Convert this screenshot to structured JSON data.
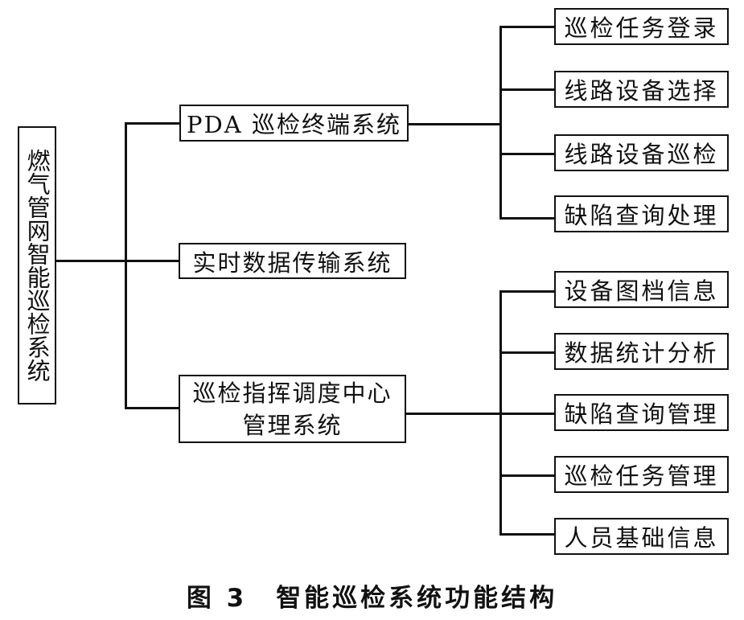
{
  "diagram": {
    "root": {
      "label": "燃气管网智能巡检系统"
    },
    "subsystems": [
      {
        "label": "PDA 巡检终端系统",
        "children": [
          "巡检任务登录",
          "线路设备选择",
          "线路设备巡检",
          "缺陷查询处理"
        ]
      },
      {
        "label": "实时数据传输系统",
        "children": []
      },
      {
        "label_line1": "巡检指挥调度中心",
        "label_line2": "管理系统",
        "children": [
          "设备图档信息",
          "数据统计分析",
          "缺陷查询管理",
          "巡检任务管理",
          "人员基础信息"
        ]
      }
    ]
  },
  "caption": {
    "figure_number": "图 3",
    "title": "智能巡检系统功能结构"
  },
  "colors": {
    "line": "#111111",
    "background": "#ffffff"
  }
}
